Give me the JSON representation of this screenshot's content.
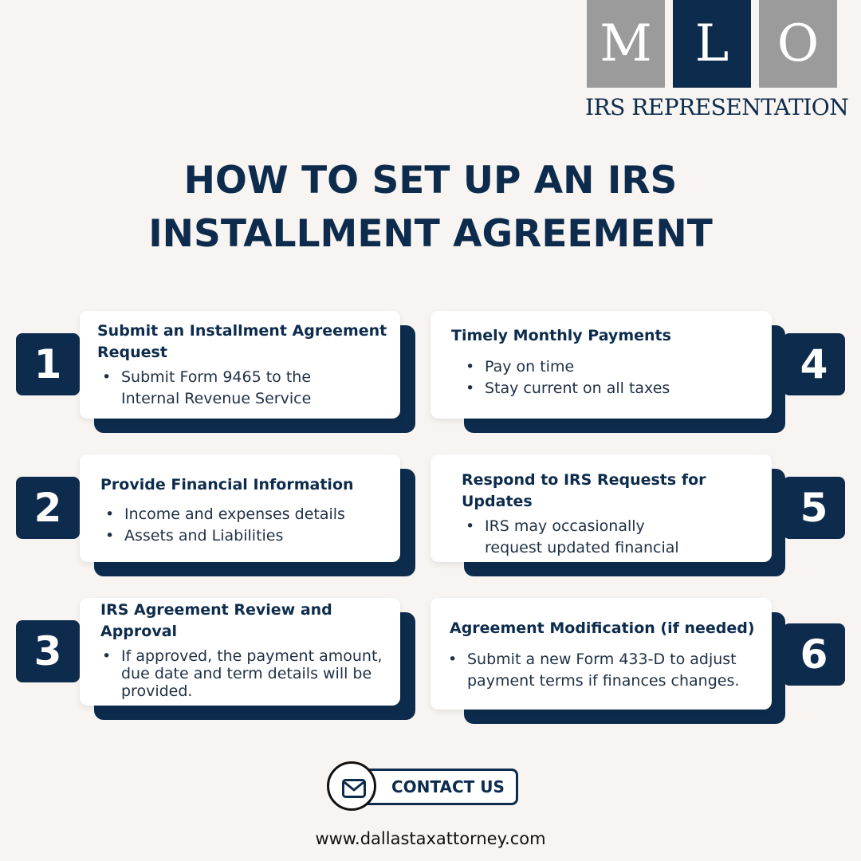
{
  "logo": {
    "letters": [
      "M",
      "L",
      "O"
    ],
    "subtitle": "IRS REPRESENTATION"
  },
  "title": {
    "line1": "HOW TO SET UP AN IRS",
    "line2": "INSTALLMENT AGREEMENT"
  },
  "steps": [
    {
      "number": "1",
      "title": "Submit an Installment  Agreement Request",
      "bullets": [
        "Submit Form  9465 to the Internal Revenue Service"
      ]
    },
    {
      "number": "2",
      "title": "Provide Financial Information",
      "bullets": [
        "Income and expenses details",
        "Assets and Liabilities"
      ]
    },
    {
      "number": "3",
      "title": "IRS Agreement Review and Approval",
      "bullets": [
        "If approved, the payment amount, due date and term details will be provided."
      ]
    },
    {
      "number": "4",
      "title": "Timely Monthly Payments",
      "bullets": [
        "Pay on time",
        "Stay current on all taxes"
      ]
    },
    {
      "number": "5",
      "title": "Respond to IRS Requests for Updates",
      "bullets": [
        "IRS  may occasionally request updated financial"
      ]
    },
    {
      "number": "6",
      "title": "Agreement Modification (if needed)",
      "bullets": [
        "Submit a new Form 433-D to adjust payment terms if finances changes."
      ]
    }
  ],
  "contact": {
    "label": "CONTACT US",
    "icon": "envelope-icon"
  },
  "website": "www.dallastaxattorney.com",
  "colors": {
    "navy": "#0d2c4d",
    "gray": "#9b9b9b",
    "background": "#f7f4f1"
  }
}
